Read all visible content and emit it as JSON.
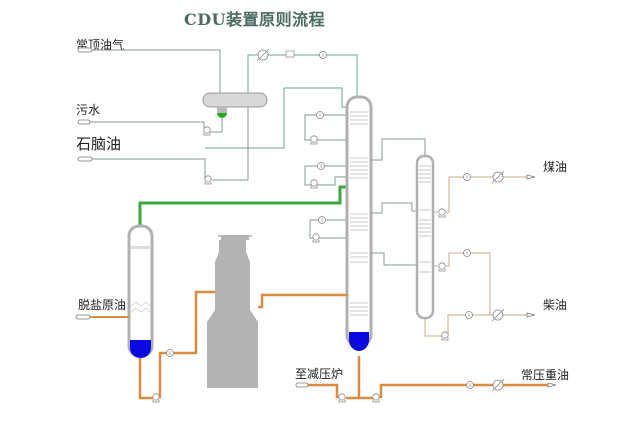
{
  "title": "CDU装置原则流程",
  "labels": {
    "overhead_gas": "常顶油气",
    "sour_water": "污水",
    "naphtha": "石脑油",
    "desalted_crude": "脱盐原油",
    "to_vacuum_furnace": "至减压炉",
    "kerosene": "煤油",
    "diesel": "柴油",
    "atmospheric_residue": "常压重油"
  },
  "colors": {
    "process_line": "#7a8a86",
    "overhead_line": "#6aa39a",
    "flash_vapor_line": "#3aa83a",
    "hot_oil_line": "#d98c3e",
    "liquid_level": "#0a0ae0",
    "vessel_outline": "#b0b0b0",
    "furnace": "#b3b3b3",
    "drum_boot": "#22aa22",
    "side_stream_line": "#c9a88a"
  },
  "equipment": [
    {
      "id": "flash-tower",
      "type": "pre-flash column"
    },
    {
      "id": "furnace",
      "type": "atmospheric furnace"
    },
    {
      "id": "main-column",
      "type": "atmospheric fractionator"
    },
    {
      "id": "side-stripper",
      "type": "side stripper"
    },
    {
      "id": "reflux-drum",
      "type": "overhead reflux drum"
    }
  ]
}
